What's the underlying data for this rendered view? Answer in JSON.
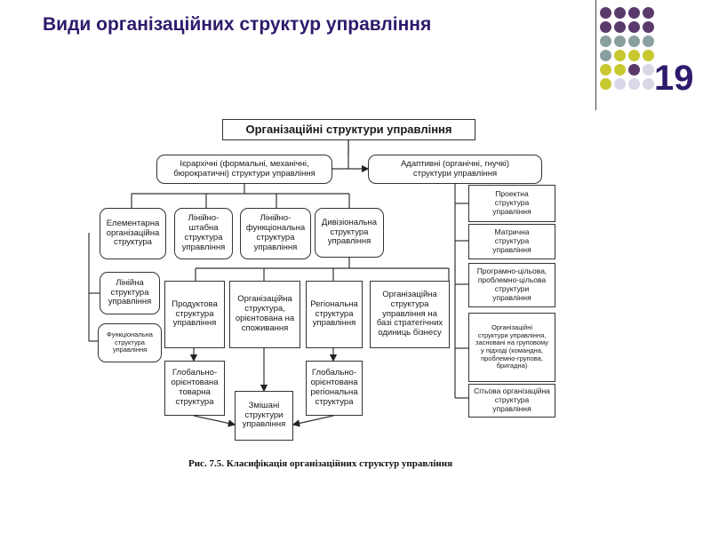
{
  "slide": {
    "title": "Види організаційних структур управління",
    "page_number": "19"
  },
  "decor": {
    "dot_colors": [
      "#5a3a6b",
      "#8aa0a0",
      "#c8c830",
      "#d8d8e8"
    ]
  },
  "diagram": {
    "root": "Організаційні структури управління",
    "hierarchical": "Ієрархічні (формальні, механічні,\nбюрократичні) структури управління",
    "adaptive": "Адаптивні (органічні, гнучкі)\nструктури управління",
    "elementary": "Елементарна\nорганізаційна\nструктура",
    "line_staff": "Лінійно-\nштабна\nструктура\nуправління",
    "line_functional": "Лінійно-\nфункціональна\nструктура\nуправління",
    "divisional": "Дивізіональна\nструктура\nуправління",
    "linear": "Лінійна\nструктура\nуправління",
    "functional": "Функціональна\nструктура\nуправління",
    "product": "Продуктова\nструктура\nуправління",
    "consumer": "Організаційна\nструктура,\nорієнтована на\nспоживання",
    "regional": "Регіональна\nструктура\nуправління",
    "sbu": "Організаційна\nструктура\nуправління на\nбазі стратегічних\nодиниць бізнесу",
    "global_product": "Глобально-\nорієнтована\nтоварна\nструктура",
    "mixed": "Змішані\nструктури\nуправління",
    "global_regional": "Глобально-\nорієнтована\nрегіональна\nструктура",
    "project": "Проектна\nструктура\nуправління",
    "matrix": "Матрична\nструктура\nуправління",
    "program": "Програмно-цільова,\nпроблемно-цільова\nструктури\nуправління",
    "group": "Організаційні\nструктури управління,\nзасновані на груповому\nу підході  (командна,\nпроблемно-групова,\nбригадна)",
    "network": "Сітьова організаційна\nструктура\nуправління"
  },
  "caption": "Рис. 7.5. Класифікація організаційних структур управління"
}
